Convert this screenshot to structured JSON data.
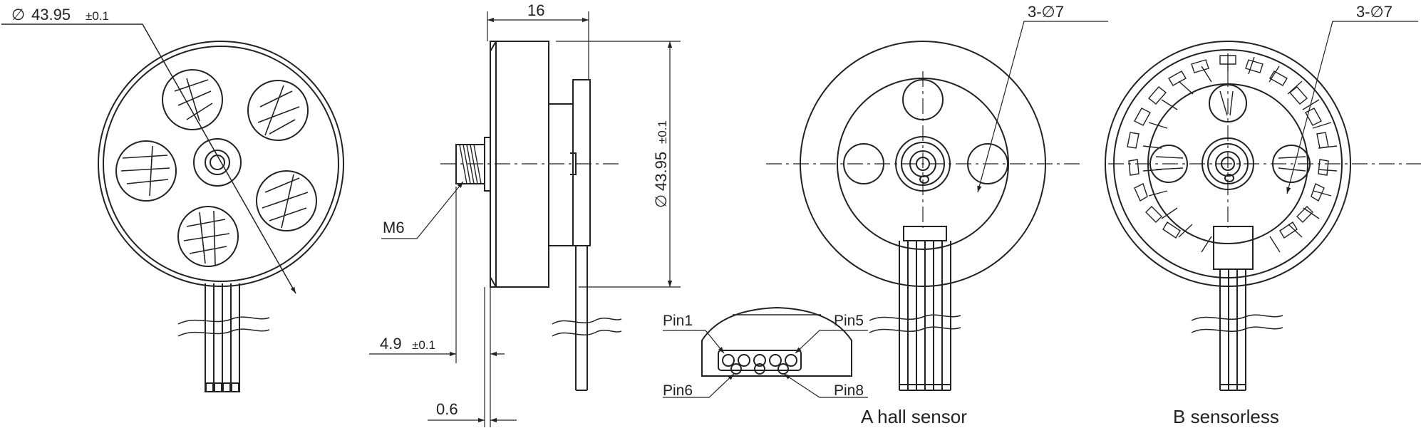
{
  "colors": {
    "line": "#222222",
    "background": "#ffffff"
  },
  "front_view": {
    "diameter_symbol": "∅",
    "diameter_value": "43.95",
    "diameter_tolerance": "±0.1"
  },
  "side_view": {
    "width_dim": "16",
    "thread_label": "M6",
    "diameter_symbol": "∅",
    "diameter_value": "43.95",
    "diameter_tolerance": "±0.1",
    "shaft_offset_value": "4.9",
    "shaft_offset_tolerance": "±0.1",
    "flange_thickness": "0.6"
  },
  "connector_detail": {
    "pin1": "Pin1",
    "pin5": "Pin5",
    "pin6": "Pin6",
    "pin8": "Pin8"
  },
  "view_a": {
    "hole_label": "3-∅7",
    "caption": "A  hall sensor"
  },
  "view_b": {
    "hole_label": "3-∅7",
    "caption": "B  sensorless"
  }
}
